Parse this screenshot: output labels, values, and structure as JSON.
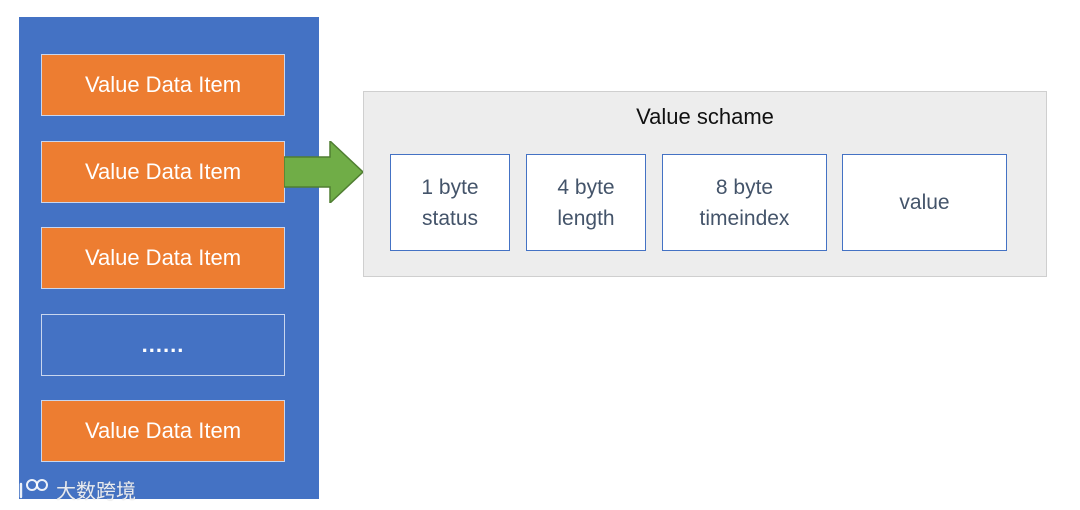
{
  "left_panel": {
    "items": [
      {
        "label": "Value Data Item"
      },
      {
        "label": "Value Data Item"
      },
      {
        "label": "Value Data Item"
      },
      {
        "label": "......"
      },
      {
        "label": "Value Data Item"
      }
    ]
  },
  "schema": {
    "title": "Value schame",
    "fields": [
      {
        "line1": "1 byte",
        "line2": "status"
      },
      {
        "line1": "4 byte",
        "line2": "length"
      },
      {
        "line1": "8 byte",
        "line2": "timeindex"
      },
      {
        "line1": "value",
        "line2": ""
      }
    ]
  },
  "watermark": {
    "text": "大数跨境"
  },
  "colors": {
    "panel_blue": "#4472c4",
    "item_orange": "#ed7d31",
    "arrow_green": "#70ad47",
    "schema_bg": "#ededed",
    "field_text": "#44546a"
  }
}
